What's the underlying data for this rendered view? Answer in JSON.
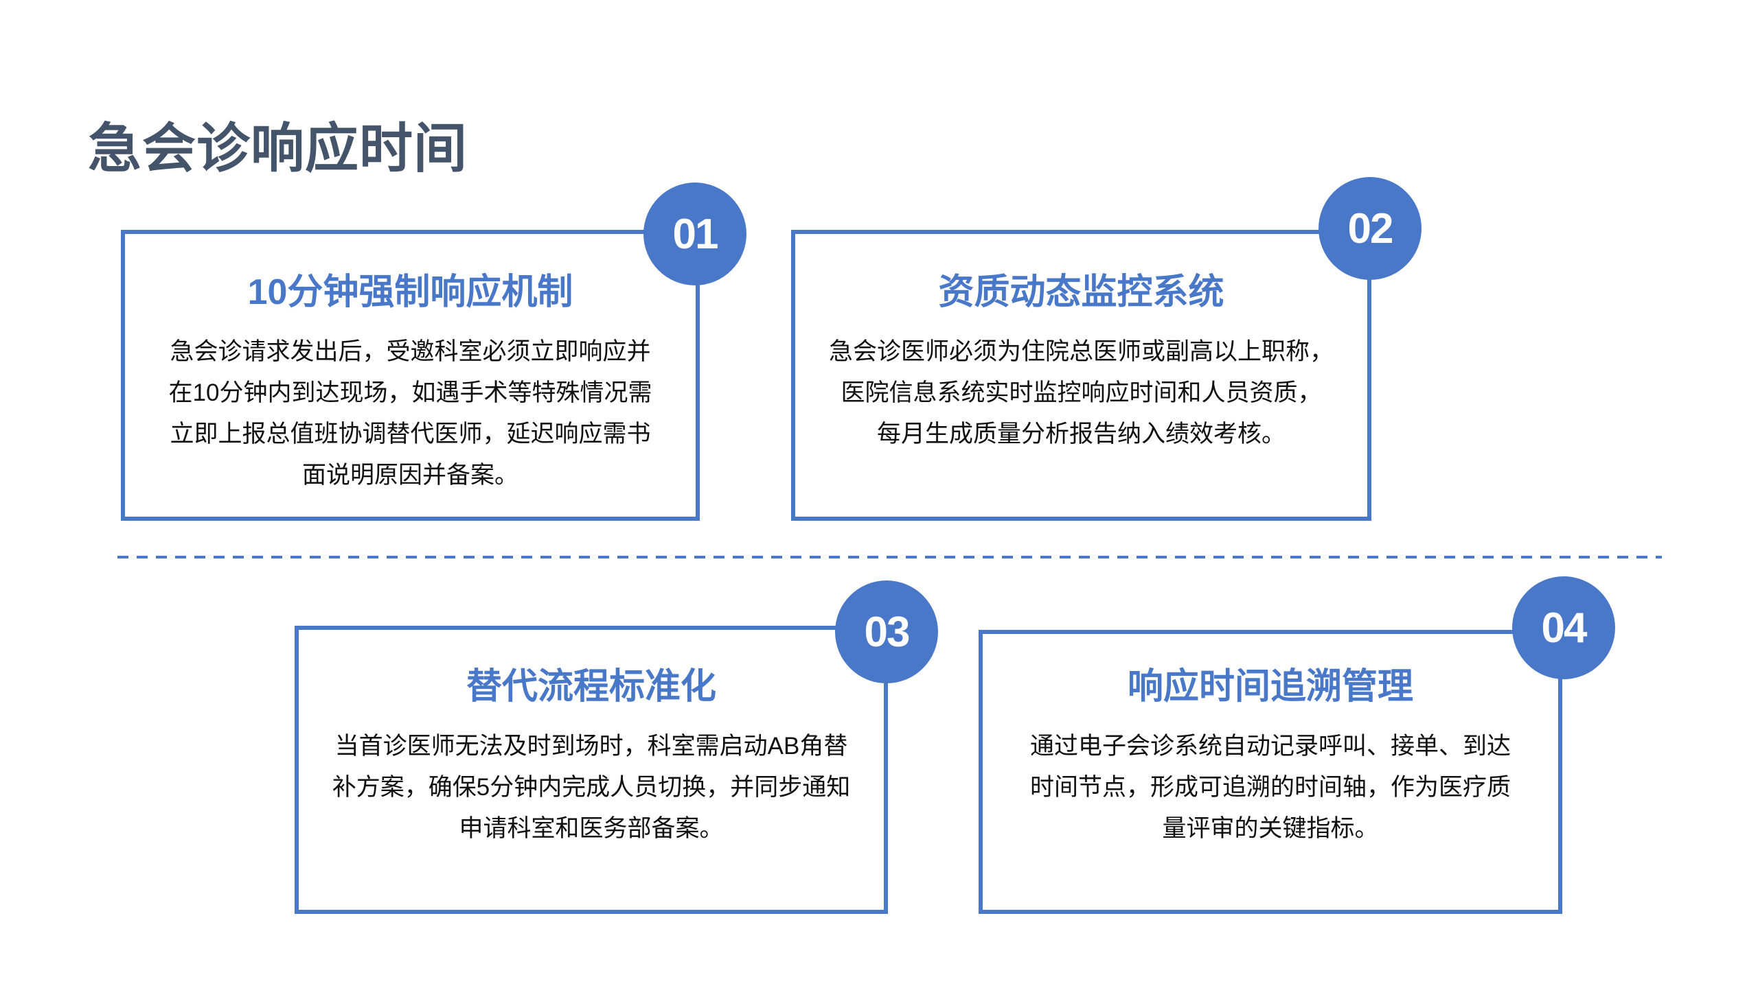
{
  "page": {
    "title": "急会诊响应时间"
  },
  "colors": {
    "accent": "#4A78C9",
    "title": "#44546A",
    "body_text": "#111111",
    "background": "#FFFFFF"
  },
  "cards": [
    {
      "number": "01",
      "heading": "10分钟强制响应机制",
      "body_lines": [
        "急会诊请求发出后，受邀科室必须立即响应并",
        "在10分钟内到达现场，如遇手术等特殊情况需",
        "立即上报总值班协调替代医师，延迟响应需书",
        "面说明原因并备案。"
      ]
    },
    {
      "number": "02",
      "heading": "资质动态监控系统",
      "body_lines": [
        "急会诊医师必须为住院总医师或副高以上职称，",
        "医院信息系统实时监控响应时间和人员资质，",
        "每月生成质量分析报告纳入绩效考核。"
      ]
    },
    {
      "number": "03",
      "heading": "替代流程标准化",
      "body_lines": [
        "当首诊医师无法及时到场时，科室需启动AB角替",
        "补方案，确保5分钟内完成人员切换，并同步通知",
        "申请科室和医务部备案。"
      ]
    },
    {
      "number": "04",
      "heading": "响应时间追溯管理",
      "body_lines": [
        "通过电子会诊系统自动记录呼叫、接单、到达",
        "时间节点，形成可追溯的时间轴，作为医疗质",
        "量评审的关键指标。"
      ]
    }
  ]
}
